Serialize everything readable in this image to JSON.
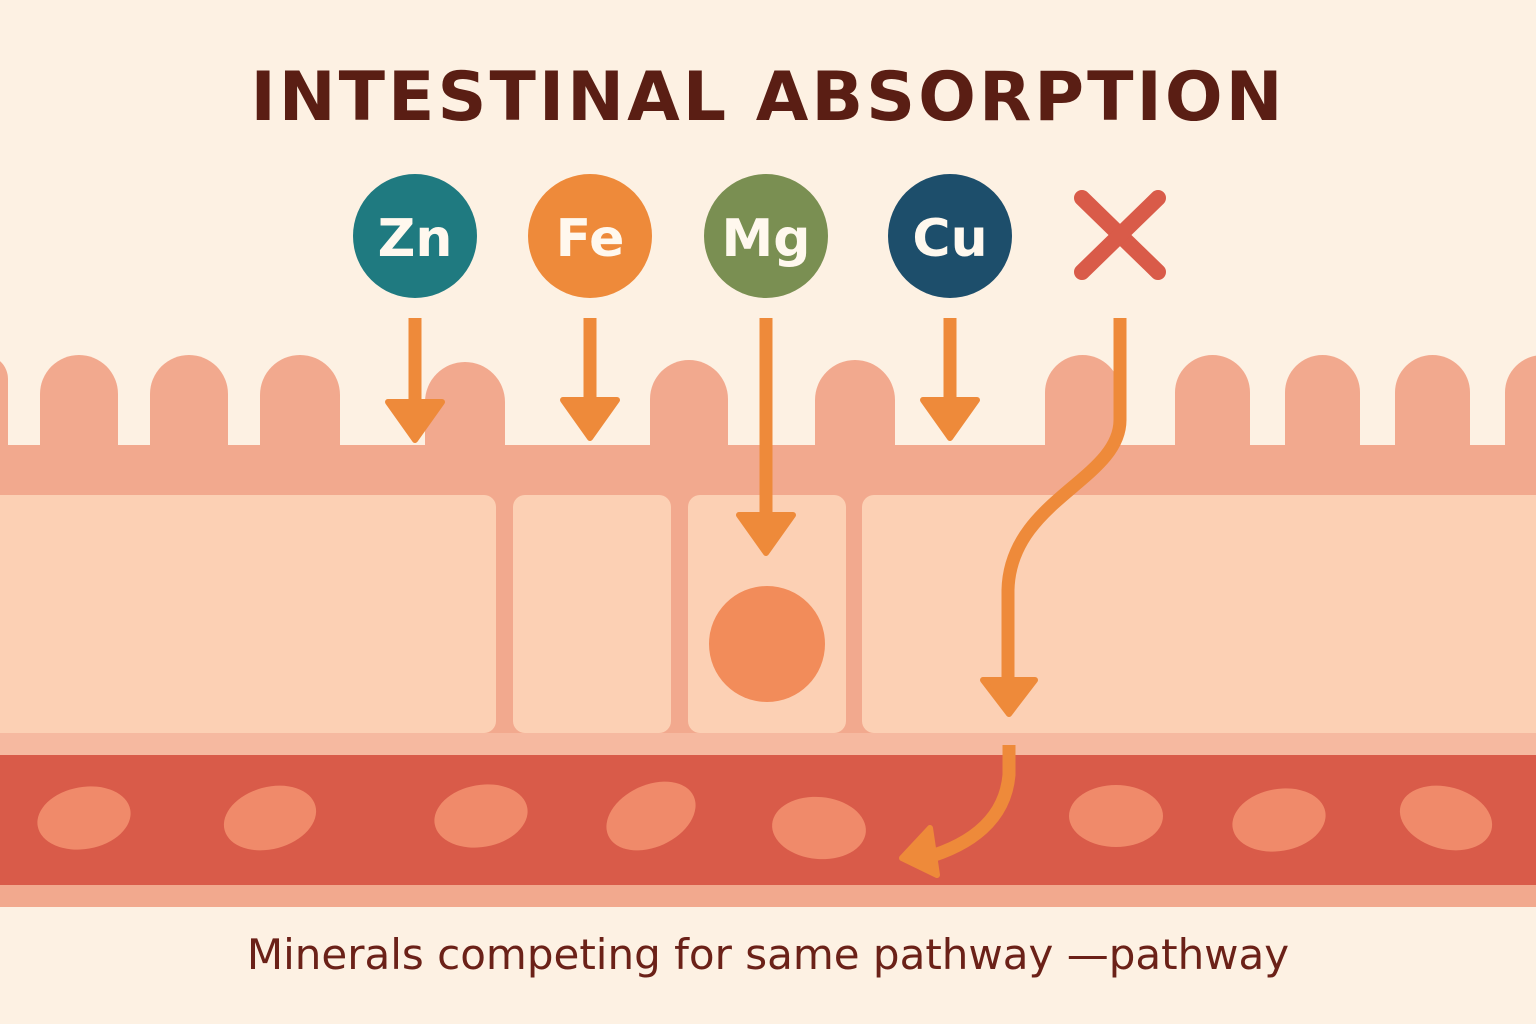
{
  "title": "INTESTINAL ABSORPTION",
  "minerals": [
    {
      "symbol": "Zn",
      "color": "#1f7a80"
    },
    {
      "symbol": "Fe",
      "color": "#ee8a3a"
    },
    {
      "symbol": "Mg",
      "color": "#7a8f52"
    },
    {
      "symbol": "Cu",
      "color": "#1d4e6b"
    }
  ],
  "blocked_icon": "x-mark-icon",
  "colors": {
    "arrow": "#ee8a3a",
    "blocked": "#d95b49",
    "tissue": "#f2a98e",
    "cell": "#fcd0b4",
    "blood": "#d95b49",
    "rbc": "#f08a6a"
  },
  "caption": "Minerals competing for same pathway —pathway"
}
